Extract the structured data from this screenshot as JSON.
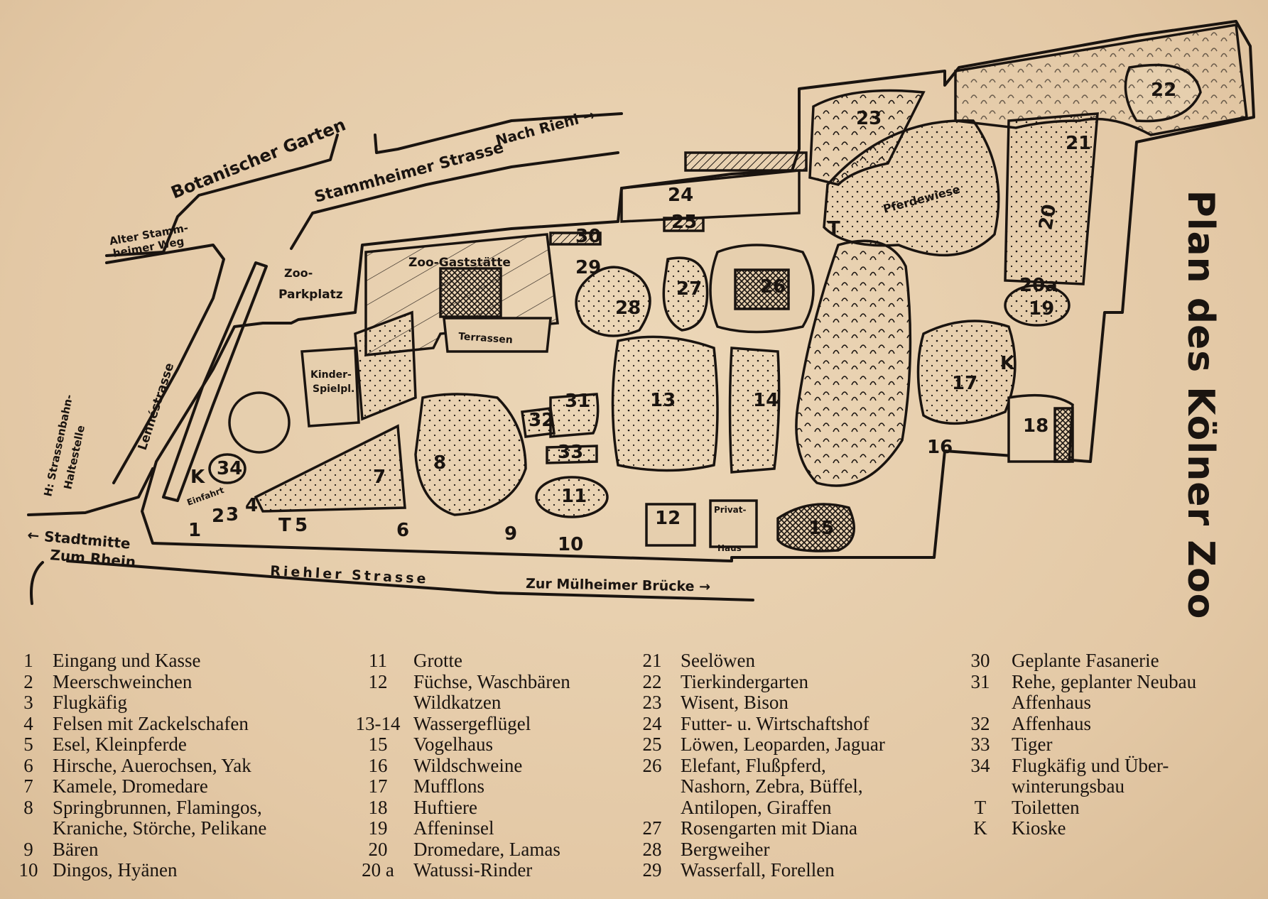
{
  "title": "Plan des Kölner Zoo",
  "streets": {
    "botanischer_garten": "Botanischer Garten",
    "stammheimer_strasse": "Stammheimer Strasse",
    "nach_riehl": "Nach Riehl →",
    "alter_weg_1": "Alter Stamm-",
    "alter_weg_2": "heimer Weg",
    "lennestrasse": "Lennéstrasse",
    "haltestelle_1": "H: Strassenbahn-",
    "haltestelle_2": "Haltestelle",
    "stadtmitte": "← Stadtmitte",
    "zum_rhein": "Zum Rhein",
    "riehler_strasse": "Riehler  Strasse",
    "muelheimer": "Zur Mülheimer Brücke →"
  },
  "places": {
    "parkplatz_1": "Zoo-",
    "parkplatz_2": "Parkplatz",
    "gaststaette": "Zoo-Gaststätte",
    "terrassen": "Terrassen",
    "kinder_1": "Kinder-",
    "kinder_2": "Spielpl.",
    "pferdewiese": "Pferdewiese",
    "einfahrt": "Einfahrt",
    "privat_1": "Privat-",
    "privat_2": "Haus"
  },
  "map_numbers": {
    "n1": "1",
    "n2": "2",
    "n3": "3",
    "n4": "4",
    "n5": "5",
    "n6": "6",
    "n7": "7",
    "n8": "8",
    "n9": "9",
    "n10": "10",
    "n11": "11",
    "n12": "12",
    "n13": "13",
    "n14": "14",
    "n15": "15",
    "n16": "16",
    "n17": "17",
    "n18": "18",
    "n19": "19",
    "n20": "20",
    "n20a": "20a",
    "n21": "21",
    "n22": "22",
    "n23": "23",
    "n24": "24",
    "n25": "25",
    "n26": "26",
    "n27": "27",
    "n28": "28",
    "n29": "29",
    "n30": "30",
    "n31": "31",
    "n32": "32",
    "n33": "33",
    "n34": "34",
    "nT1": "T",
    "nT2": "T",
    "nK1": "K",
    "nK2": "K"
  },
  "legend": {
    "col1": [
      {
        "n": "1",
        "t": "Eingang und Kasse"
      },
      {
        "n": "2",
        "t": "Meerschweinchen"
      },
      {
        "n": "3",
        "t": "Flugkäfig"
      },
      {
        "n": "4",
        "t": "Felsen mit Zackelschafen"
      },
      {
        "n": "5",
        "t": "Esel, Kleinpferde"
      },
      {
        "n": "6",
        "t": "Hirsche, Auerochsen, Yak"
      },
      {
        "n": "7",
        "t": "Kamele, Dromedare"
      },
      {
        "n": "8",
        "t": "Springbrunnen, Flamingos,"
      },
      {
        "n": "",
        "t": "Kraniche, Störche, Pelikane"
      },
      {
        "n": "9",
        "t": "Bären"
      },
      {
        "n": "10",
        "t": "Dingos, Hyänen"
      }
    ],
    "col2": [
      {
        "n": "11",
        "t": "Grotte"
      },
      {
        "n": "12",
        "t": "Füchse, Waschbären"
      },
      {
        "n": "",
        "t": "Wildkatzen"
      },
      {
        "n": "13-14",
        "t": "Wassergeflügel"
      },
      {
        "n": "15",
        "t": "Vogelhaus"
      },
      {
        "n": "16",
        "t": "Wildschweine"
      },
      {
        "n": "17",
        "t": "Mufflons"
      },
      {
        "n": "18",
        "t": "Huftiere"
      },
      {
        "n": "19",
        "t": "Affeninsel"
      },
      {
        "n": "20",
        "t": "Dromedare, Lamas"
      },
      {
        "n": "20 a",
        "t": "Watussi-Rinder"
      }
    ],
    "col3": [
      {
        "n": "21",
        "t": "Seelöwen"
      },
      {
        "n": "22",
        "t": "Tierkindergarten"
      },
      {
        "n": "23",
        "t": "Wisent, Bison"
      },
      {
        "n": "24",
        "t": "Futter- u. Wirtschaftshof"
      },
      {
        "n": "25",
        "t": "Löwen, Leoparden, Jaguar"
      },
      {
        "n": "26",
        "t": "Elefant, Flußpferd,"
      },
      {
        "n": "",
        "t": "Nashorn, Zebra, Büffel,"
      },
      {
        "n": "",
        "t": "Antilopen, Giraffen"
      },
      {
        "n": "27",
        "t": "Rosengarten mit Diana"
      },
      {
        "n": "28",
        "t": "Bergweiher"
      },
      {
        "n": "29",
        "t": "Wasserfall, Forellen"
      }
    ],
    "col4": [
      {
        "n": "30",
        "t": "Geplante Fasanerie"
      },
      {
        "n": "31",
        "t": "Rehe, geplanter Neubau"
      },
      {
        "n": "",
        "t": "Affenhaus"
      },
      {
        "n": "32",
        "t": "Affenhaus"
      },
      {
        "n": "33",
        "t": "Tiger"
      },
      {
        "n": "34",
        "t": "Flugkäfig und Über-"
      },
      {
        "n": "",
        "t": "winterungsbau"
      },
      {
        "n": "T",
        "t": "Toiletten"
      },
      {
        "n": "K",
        "t": "Kioske"
      }
    ]
  }
}
